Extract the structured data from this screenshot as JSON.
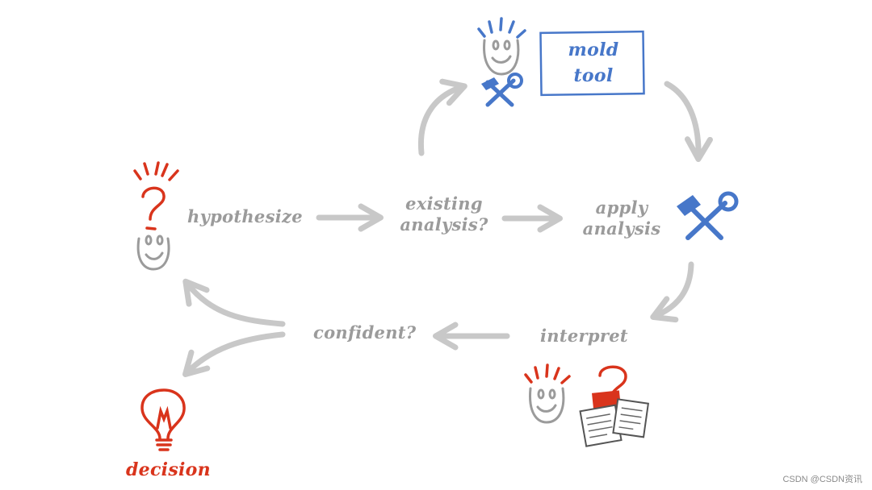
{
  "nodes": {
    "hypothesize": "hypothesize",
    "existing_analysis_line1": "existing",
    "existing_analysis_line2": "analysis?",
    "apply_analysis_line1": "apply",
    "apply_analysis_line2": "analysis",
    "interpret": "interpret",
    "confident": "confident?",
    "decision": "decision",
    "mold_tool_line1": "mold",
    "mold_tool_line2": "tool"
  },
  "icons": {
    "thinker_question": "person-with-question-mark-icon",
    "toolsmith": "person-with-tools-icon",
    "tools": "hammer-and-wrench-icon",
    "interpreter": "person-with-documents-icon",
    "decision": "lightbulb-icon"
  },
  "colors": {
    "gray": "#9b9b9b",
    "arrow": "#c8c8c8",
    "blue": "#4777c9",
    "red": "#d9341c"
  },
  "watermark": "CSDN @CSDN资讯"
}
